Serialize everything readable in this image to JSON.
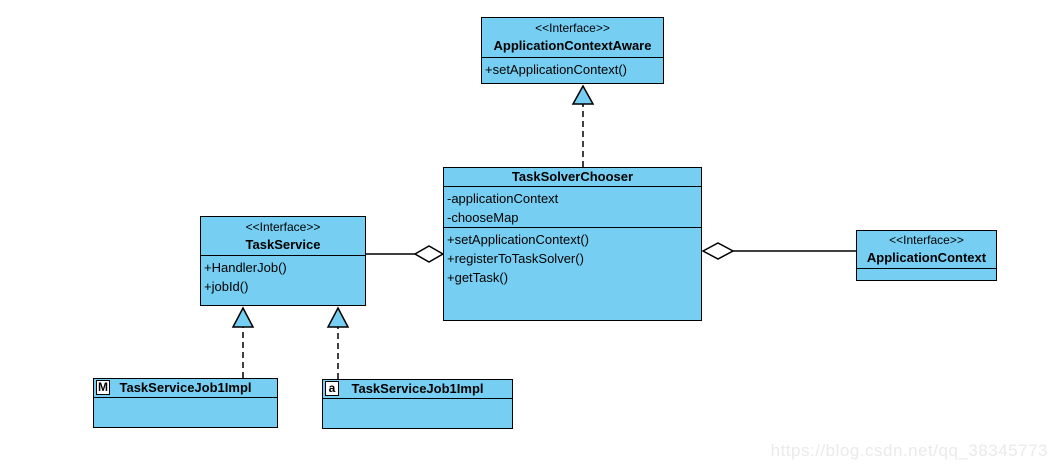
{
  "colors": {
    "node_fill": "#76CFF2",
    "node_border": "#000000",
    "diamond_fill": "#FFFFFF",
    "background": "#FFFFFF",
    "watermark_text_color": "#EAEAEA"
  },
  "watermark": {
    "text": "https://blog.csdn.net/qq_38345773"
  },
  "classes": {
    "application_context_aware": {
      "stereotype": "<<Interface>>",
      "name": "ApplicationContextAware",
      "operations": [
        "+setApplicationContext()"
      ]
    },
    "task_solver_chooser": {
      "name": "TaskSolverChooser",
      "attributes": [
        "-applicationContext",
        "-chooseMap"
      ],
      "operations": [
        "+setApplicationContext()",
        "+registerToTaskSolver()",
        "+getTask()"
      ]
    },
    "task_service": {
      "stereotype": "<<Interface>>",
      "name": "TaskService",
      "operations": [
        "+HandlerJob()",
        "+jobId()"
      ]
    },
    "application_context": {
      "stereotype": "<<Interface>>",
      "name": "ApplicationContext"
    },
    "task_service_job1_impl_m": {
      "icon": "M",
      "name": "TaskServiceJob1Impl"
    },
    "task_service_job1_impl_a": {
      "icon": "a",
      "name": "TaskServiceJob1Impl"
    }
  },
  "relationships": [
    {
      "type": "realization",
      "from": "TaskSolverChooser",
      "to": "ApplicationContextAware"
    },
    {
      "type": "aggregation",
      "from": "TaskSolverChooser",
      "to": "TaskService"
    },
    {
      "type": "aggregation",
      "from": "TaskSolverChooser",
      "to": "ApplicationContext"
    },
    {
      "type": "realization",
      "from": "TaskServiceJob1Impl (M)",
      "to": "TaskService"
    },
    {
      "type": "realization",
      "from": "TaskServiceJob1Impl (a)",
      "to": "TaskService"
    }
  ]
}
